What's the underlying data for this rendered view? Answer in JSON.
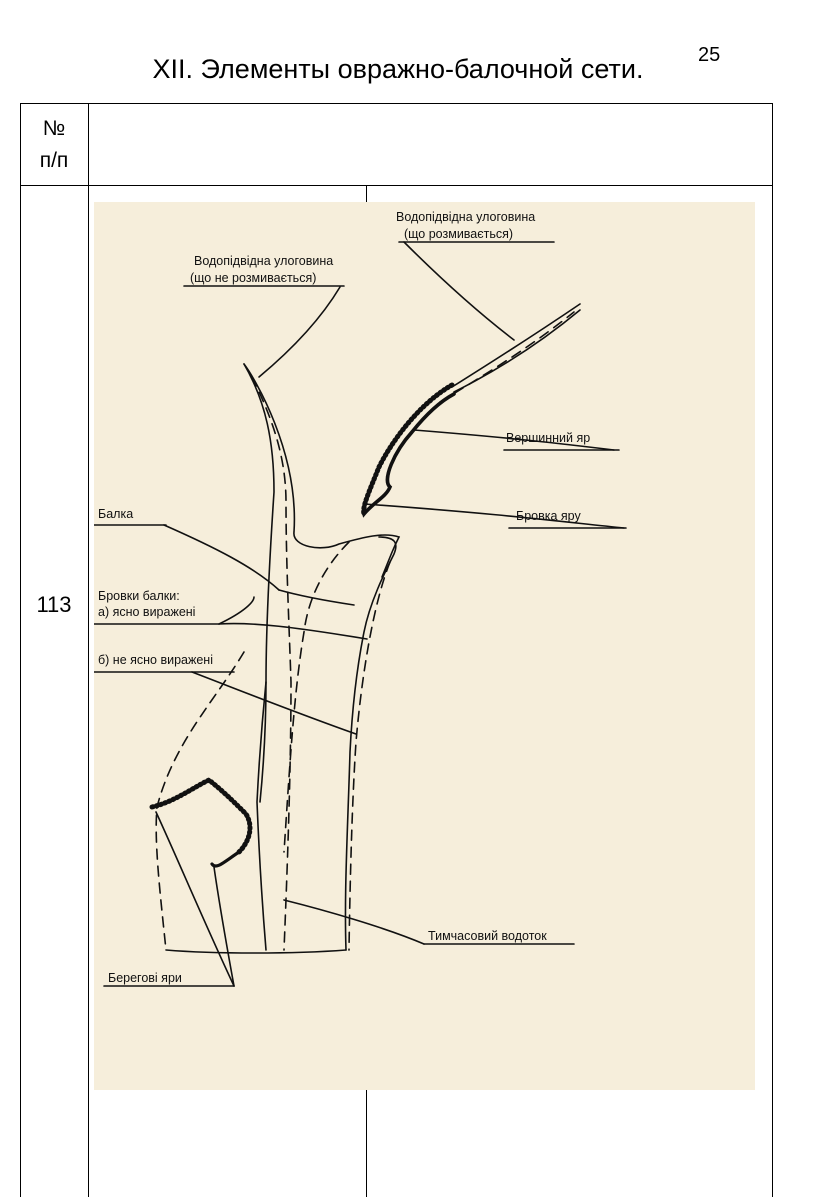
{
  "page": {
    "number": "25",
    "title": "XII. Элементы овражно-балочной сети."
  },
  "table": {
    "header": {
      "no_line1": "№",
      "no_line2": "п/п"
    },
    "row": {
      "number": "113"
    }
  },
  "figure": {
    "labels": {
      "water_hollow_eroding_1": "Водопідвідна улоговина",
      "water_hollow_eroding_2": "(що розмивається)",
      "water_hollow_stable_1": "Водопідвідна улоговина",
      "water_hollow_stable_2": "(що не розмивається)",
      "top_ravine": "Вершинний яр",
      "ravine_edge": "Бровка яру",
      "gully": "Балка",
      "gully_edges": "Бровки балки:",
      "clearly_expressed": "а) ясно виражені",
      "not_clearly_expressed": "б) не ясно виражені",
      "temporary_stream": "Тимчасовий водоток",
      "bank_ravines": "Берегові яри"
    },
    "colors": {
      "paper": "#f6eedb",
      "ink": "#111111"
    }
  }
}
